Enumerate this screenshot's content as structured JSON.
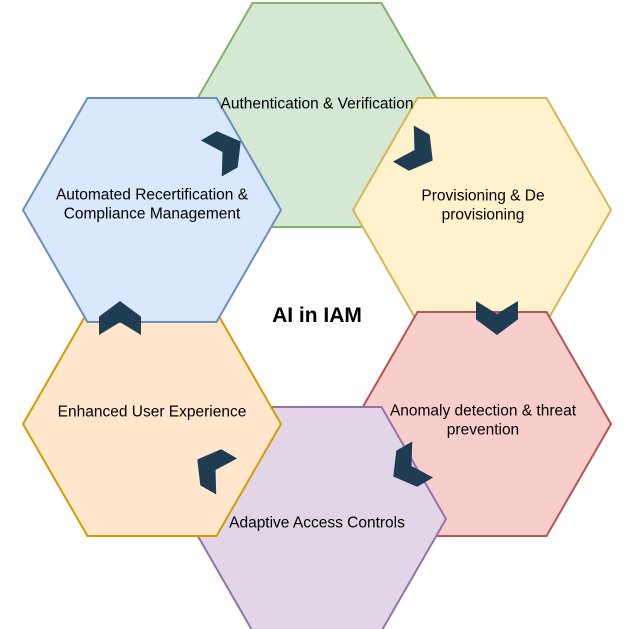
{
  "title": "AI in IAM",
  "arrow_color": "#1e3d52",
  "hexagons": [
    {
      "label": "Authentication & Verification",
      "fill": "#d5e8d4",
      "stroke": "#82b366"
    },
    {
      "label": "Provisioning & De provisioning",
      "fill": "#fff2cc",
      "stroke": "#d6b656"
    },
    {
      "label": "Anomaly detection & threat prevention",
      "fill": "#f8cecc",
      "stroke": "#b85450"
    },
    {
      "label": "Adaptive Access Controls",
      "fill": "#e1d5e7",
      "stroke": "#9673a6"
    },
    {
      "label": "Enhanced User Experience",
      "fill": "#ffe6cc",
      "stroke": "#d79b00"
    },
    {
      "label": "Automated Recertification & Compliance Management",
      "fill": "#dae8fc",
      "stroke": "#6c8ebf"
    }
  ]
}
